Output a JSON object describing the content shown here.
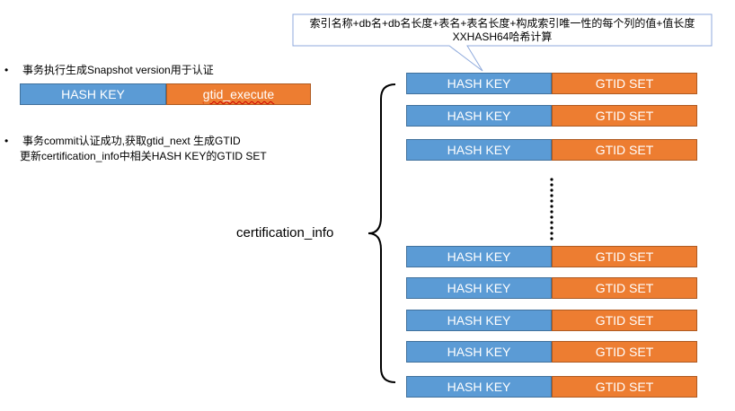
{
  "callout": {
    "line1": "索引名称+db名+db名长度+表名+表名长度+构成索引唯一性的每个列的值+值长度",
    "line2": "XXHASH64哈希计算"
  },
  "bullet1": {
    "marker": "•",
    "text": "事务执行生成Snapshot version用于认证"
  },
  "snapshot": {
    "hash_key": "HASH KEY",
    "gtid_execute": "gtid_execute"
  },
  "bullet2": {
    "marker": "•",
    "line1": "事务commit认证成功,获取gtid_next 生成GTID",
    "line2": "更新certification_info中相关HASH KEY的GTID SET"
  },
  "certification_label": "certification_info",
  "rows": [
    {
      "key": "HASH KEY",
      "value": "GTID SET"
    },
    {
      "key": "HASH KEY",
      "value": "GTID SET"
    },
    {
      "key": "HASH KEY",
      "value": "GTID SET"
    },
    {
      "key": "HASH KEY",
      "value": "GTID SET"
    },
    {
      "key": "HASH KEY",
      "value": "GTID SET"
    },
    {
      "key": "HASH KEY",
      "value": "GTID SET"
    },
    {
      "key": "HASH KEY",
      "value": "GTID SET"
    },
    {
      "key": "HASH KEY",
      "value": "GTID SET"
    }
  ],
  "colors": {
    "hash_key": "#5b9bd5",
    "gtid_set": "#ed7d31",
    "callout_border": "#8faadc"
  }
}
